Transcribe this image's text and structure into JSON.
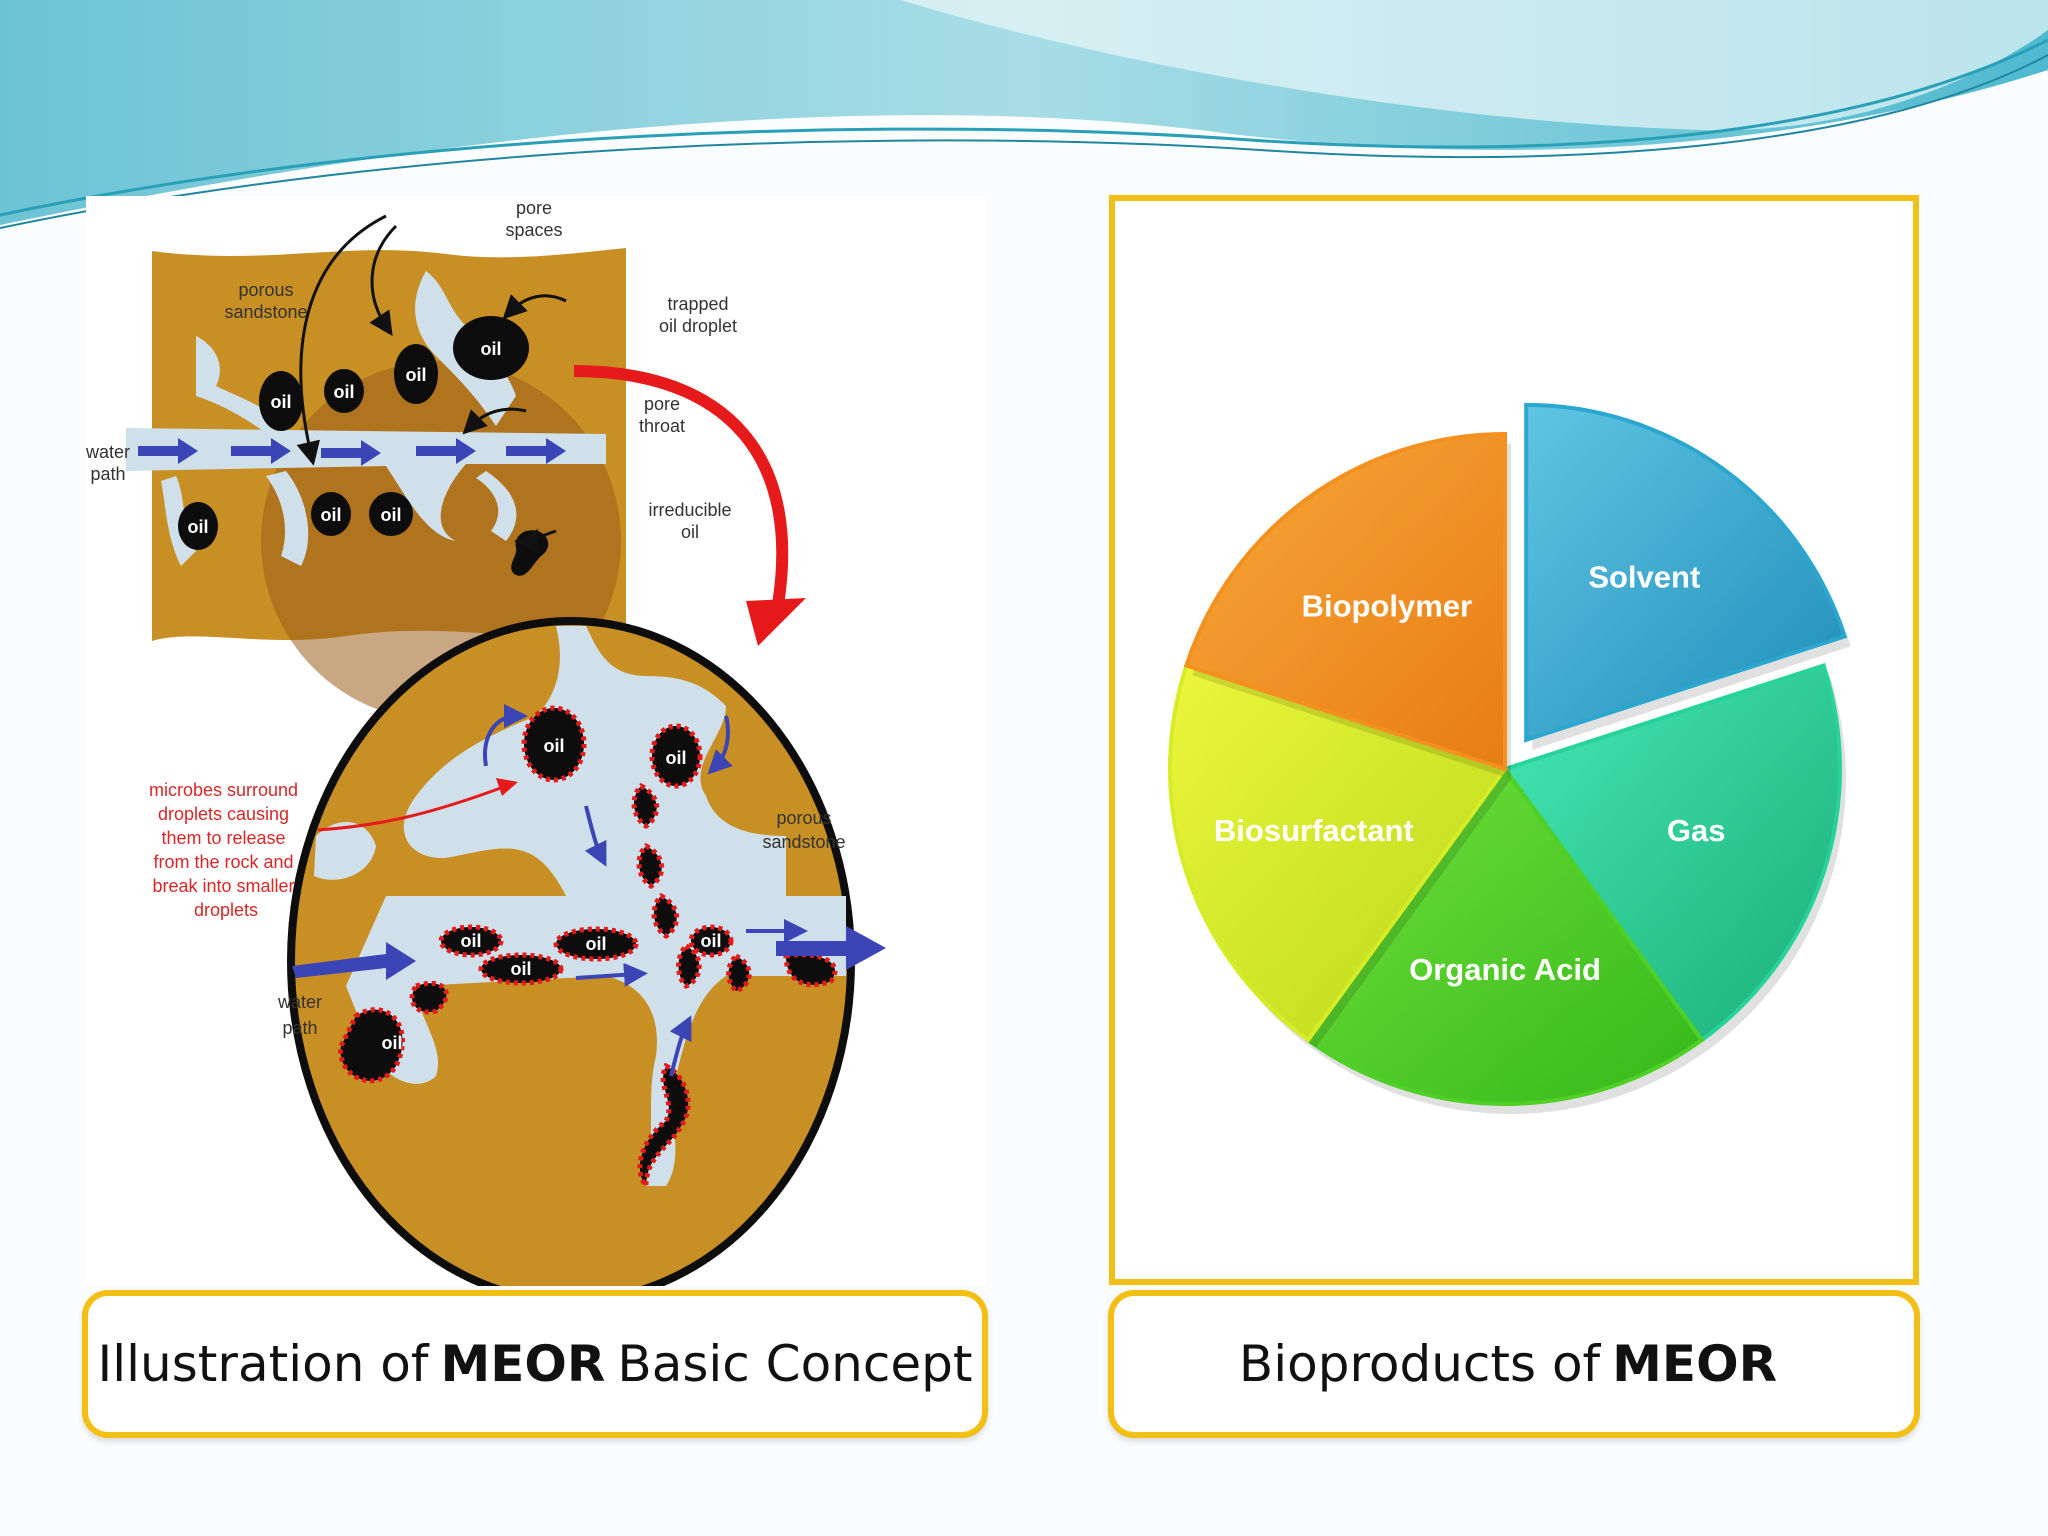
{
  "left_diagram": {
    "top_labels": {
      "pore_spaces": [
        "pore",
        "spaces"
      ],
      "porous_sandstone": [
        "porous",
        "sandstone"
      ],
      "trapped_oil_droplet": [
        "trapped",
        "oil droplet"
      ],
      "pore_throat": [
        "pore",
        "throat"
      ],
      "water_path": [
        "water",
        "path"
      ],
      "irreducible_oil": [
        "irreducible",
        "oil"
      ]
    },
    "bottom_labels": {
      "microbes": [
        "microbes surround",
        "droplets causing",
        "them to release",
        "from the rock and",
        "break into smaller",
        "droplets"
      ],
      "porous_sandstone": [
        "porous",
        "sandstone"
      ],
      "water_path": [
        "water",
        "path"
      ]
    },
    "oil_label": "oil"
  },
  "pie": {
    "slices": [
      {
        "label": "Solvent",
        "color": "#2aa6cf"
      },
      {
        "label": "Gas",
        "color": "#27d39a"
      },
      {
        "label": "Organic Acid",
        "color": "#4fd027"
      },
      {
        "label": "Biosurfactant",
        "color": "#d6ec26"
      },
      {
        "label": "Biopolymer",
        "color": "#f3901f"
      }
    ]
  },
  "captions": {
    "left": {
      "pre": "Illustration of",
      "bold": "MEOR",
      "post": "Basic Concept"
    },
    "right": {
      "pre": "Bioproducts of",
      "bold": "MEOR"
    }
  },
  "colors": {
    "accent_border": "#f2bf14",
    "sandstone": "#c88f24",
    "water": "#cfe0ea",
    "arrow": "#3c45b5",
    "red_arrow": "#e61a1a"
  }
}
